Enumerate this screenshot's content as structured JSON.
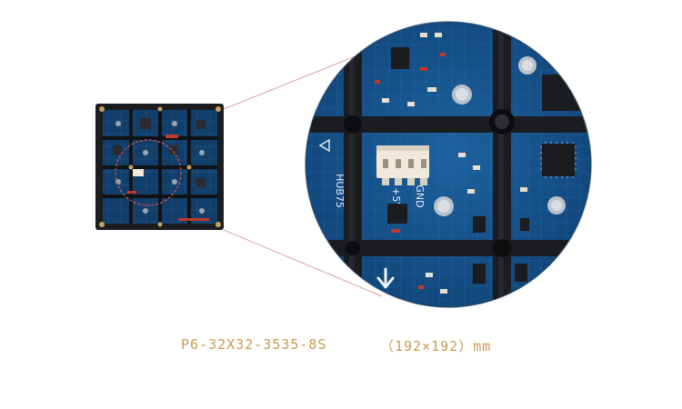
{
  "product": {
    "model": "P6-32X32-3535-8S",
    "size": "（192×192）mm"
  },
  "board_labels": {
    "connector_code": "HUB75",
    "plus_5v": "+5V",
    "ground": "GND"
  },
  "colors": {
    "pcb_blue": "#16538a",
    "pcb_dark": "#0c2f52",
    "frame_black": "#1b1c20",
    "connector_white": "#efe9dc",
    "caption_gold": "#c99a52",
    "callout_line": "#d9a3a3"
  },
  "icons": [
    "up-arrow-icon",
    "down-arrow-icon",
    "left-arrow-icon"
  ]
}
